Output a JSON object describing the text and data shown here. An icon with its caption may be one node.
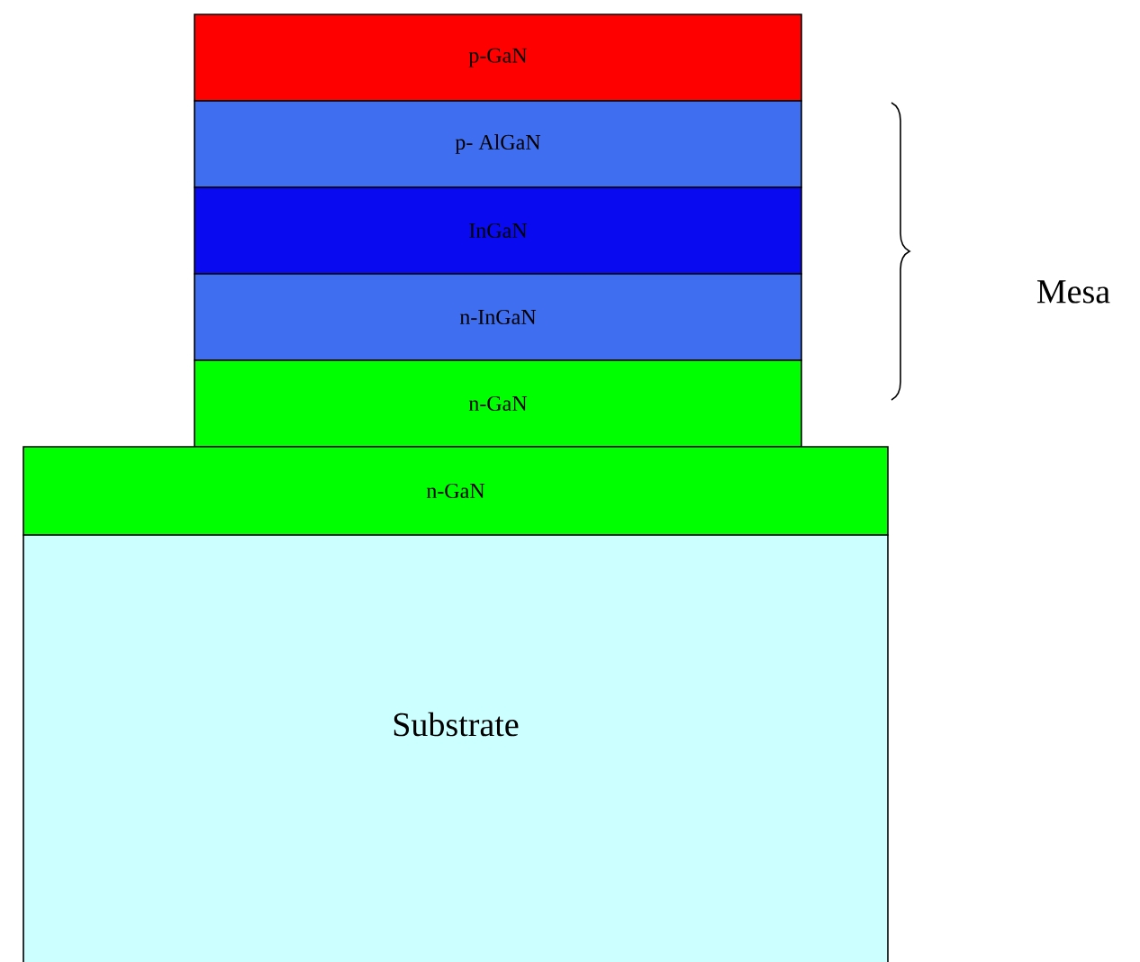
{
  "diagram": {
    "nodes": [
      {
        "text": [
          "p-GaN"
        ]
      },
      {
        "text": [
          "p- AlGaN"
        ]
      },
      {
        "text": [
          "InGaN"
        ]
      },
      {
        "text": [
          "n-InGaN"
        ]
      },
      {
        "text": [
          "n-GaN"
        ]
      },
      {
        "text": [
          "n-GaN"
        ]
      },
      {
        "text": [
          "Substrate"
        ]
      }
    ],
    "labels": [
      "Mesa"
    ]
  }
}
